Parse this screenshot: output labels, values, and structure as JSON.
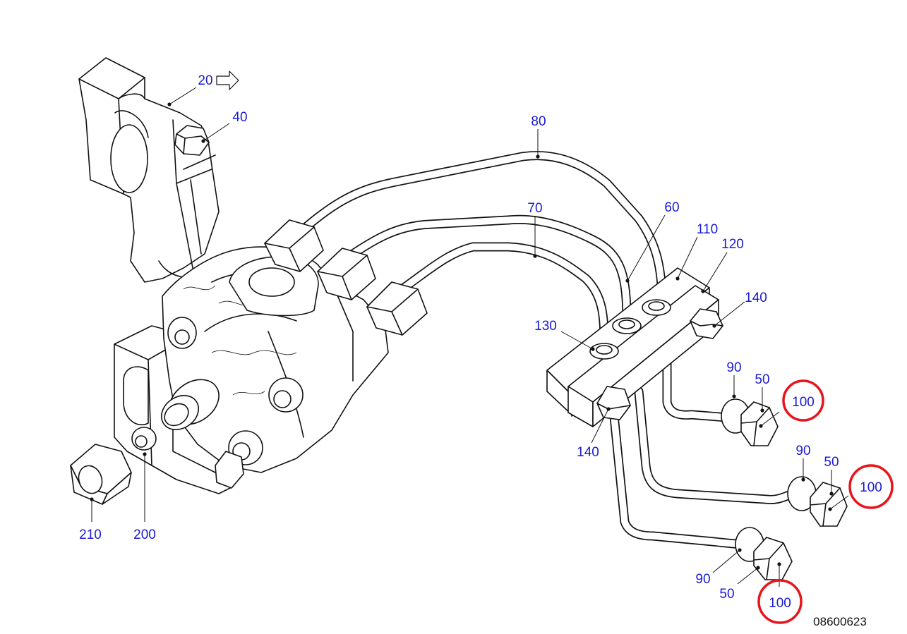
{
  "drawing_number": "08600623",
  "colors": {
    "label": "#1a1ad6",
    "highlight_ring": "#e8141c",
    "line": "#111111"
  },
  "arrow_icon": "right-arrow-outline-icon",
  "callouts": [
    {
      "id": "c20",
      "text": "20"
    },
    {
      "id": "c40",
      "text": "40"
    },
    {
      "id": "c80",
      "text": "80"
    },
    {
      "id": "c70",
      "text": "70"
    },
    {
      "id": "c60",
      "text": "60"
    },
    {
      "id": "c110",
      "text": "110"
    },
    {
      "id": "c120",
      "text": "120"
    },
    {
      "id": "c140a",
      "text": "140"
    },
    {
      "id": "c130",
      "text": "130"
    },
    {
      "id": "c140b",
      "text": "140"
    },
    {
      "id": "c90a",
      "text": "90"
    },
    {
      "id": "c50a",
      "text": "50"
    },
    {
      "id": "c100a",
      "text": "100",
      "highlighted": true
    },
    {
      "id": "c90b",
      "text": "90"
    },
    {
      "id": "c50b",
      "text": "50"
    },
    {
      "id": "c100b",
      "text": "100",
      "highlighted": true
    },
    {
      "id": "c90c",
      "text": "90"
    },
    {
      "id": "c50c",
      "text": "50"
    },
    {
      "id": "c100c",
      "text": "100",
      "highlighted": true
    },
    {
      "id": "c210",
      "text": "210"
    },
    {
      "id": "c200",
      "text": "200"
    }
  ]
}
